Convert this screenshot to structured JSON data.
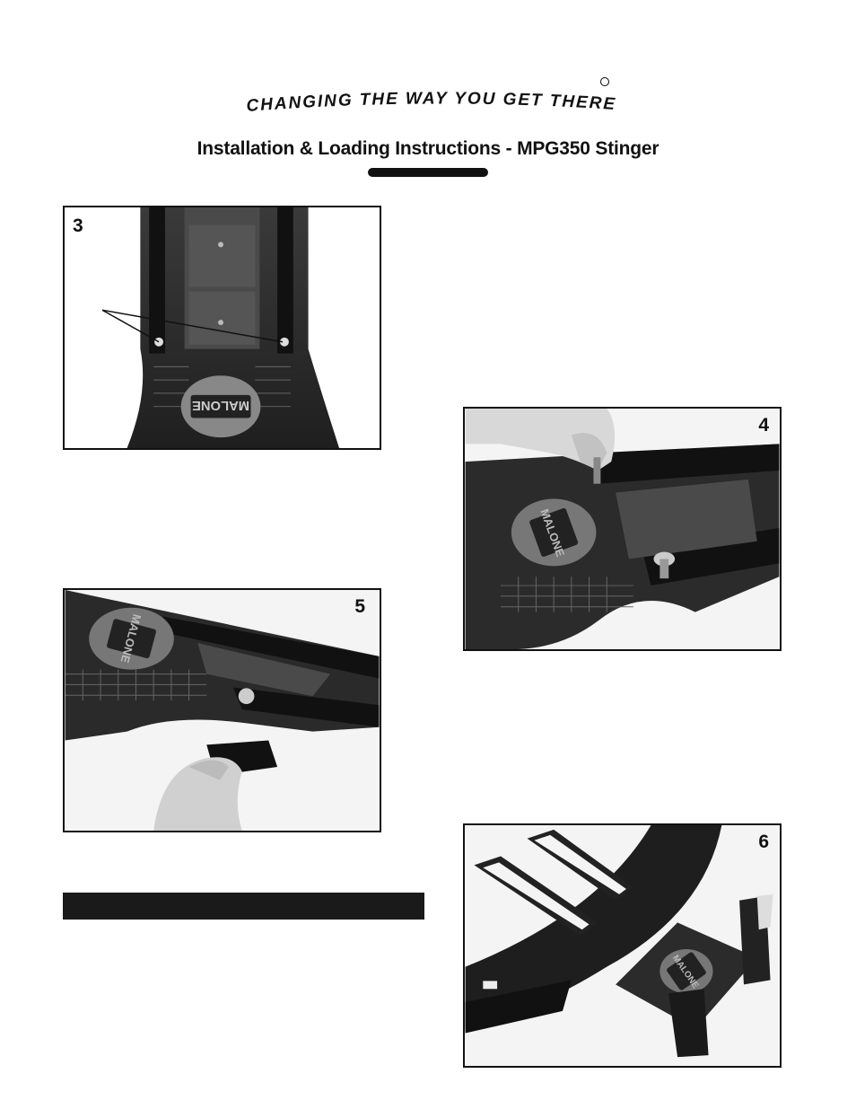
{
  "header": {
    "tagline": "CHANGING THE WAY YOU GET THERE",
    "title": "Installation & Loading Instructions - MPG350 Stinger"
  },
  "figures": {
    "fig3": {
      "number": "3",
      "brand": "MALONE"
    },
    "fig4": {
      "number": "4",
      "brand": "MALONE"
    },
    "fig5": {
      "number": "5",
      "brand": "MALONE"
    },
    "fig6": {
      "number": "6",
      "brand": "MALONE"
    }
  }
}
